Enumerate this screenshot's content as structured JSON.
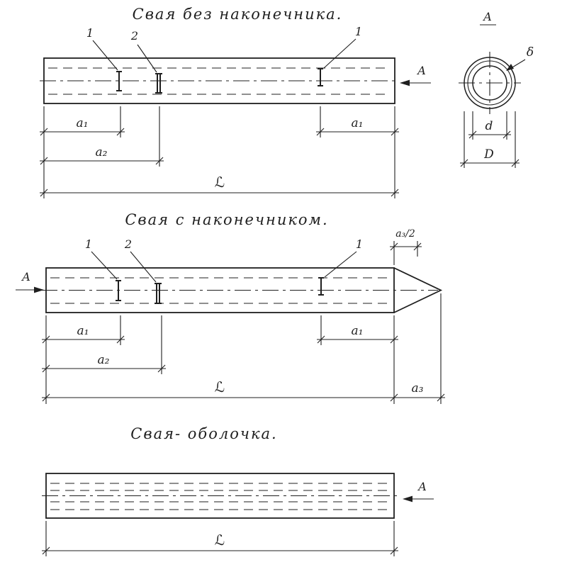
{
  "palette": {
    "ink": "#1f1f1f",
    "paper": "#ffffff"
  },
  "pile_without_tip": {
    "title": "Свая без наконечника.",
    "callout_loop_left": "1",
    "callout_loop_center": "2",
    "callout_loop_right": "1",
    "section_mark": "A",
    "dim_a1_left": "a₁",
    "dim_a1_right": "a₁",
    "dim_a2": "a₂",
    "dim_length": "ℒ"
  },
  "section_a_view": {
    "title": "A",
    "wall_thickness": "δ",
    "dim_inner_diameter": "d",
    "dim_outer_diameter": "D"
  },
  "pile_with_tip": {
    "title": "Свая с наконечником.",
    "section_mark": "A",
    "callout_loop_left": "1",
    "callout_loop_center": "2",
    "callout_loop_right": "1",
    "dim_a3_half": "a₃/2",
    "dim_a1_left": "a₁",
    "dim_a1_right": "a₁",
    "dim_a2": "a₂",
    "dim_length": "ℒ",
    "dim_a3": "a₃"
  },
  "pile_shell": {
    "title": "Свая- оболочка.",
    "section_mark": "A",
    "dim_length": "ℒ"
  }
}
